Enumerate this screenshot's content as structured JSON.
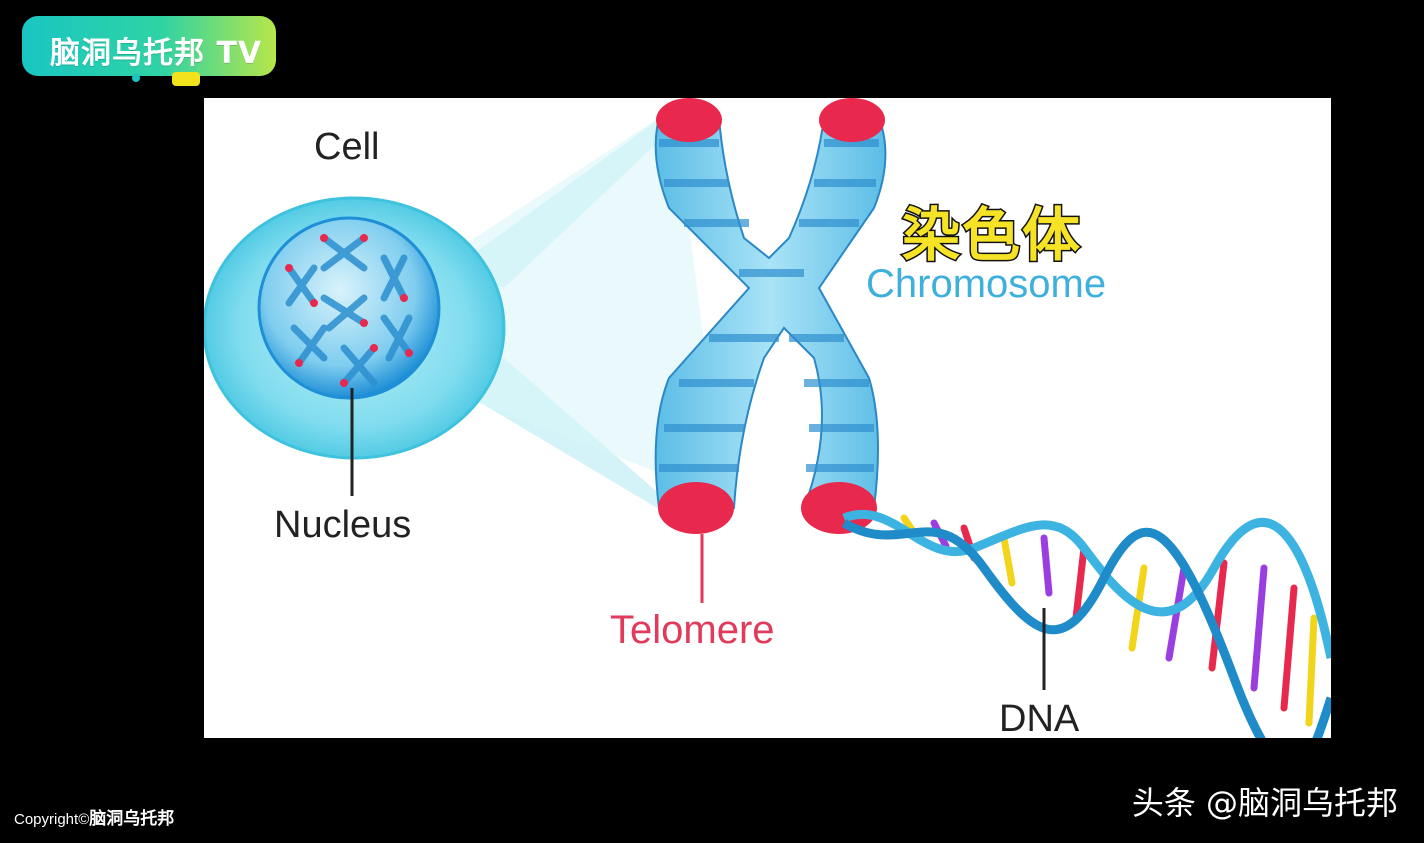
{
  "brand": {
    "logo_text": "脑洞乌托邦 TV",
    "logo_colors": {
      "start": "#19c6c2",
      "end": "#b7e64a",
      "accent": "#f2e21b"
    }
  },
  "diagram": {
    "labels": {
      "cell": "Cell",
      "nucleus": "Nucleus",
      "chromosome_cn": "染色体",
      "chromosome": "Chromosome",
      "telomere": "Telomere",
      "dna": "DNA"
    },
    "colors": {
      "cell": "#4fd0e6",
      "nucleus": "#1e9fdc",
      "chromosome": "#6fc9ea",
      "band": "#2f8fcf",
      "telomere": "#e8284d",
      "zoom_cone": "#c8f0f6"
    },
    "icons": [
      "cell-icon",
      "chromosome-icon",
      "dna-helix-icon"
    ]
  },
  "footer": {
    "copyright_prefix": "Copyright©",
    "copyright_brand": "脑洞乌托邦",
    "watermark": "头条 @脑洞乌托邦"
  }
}
